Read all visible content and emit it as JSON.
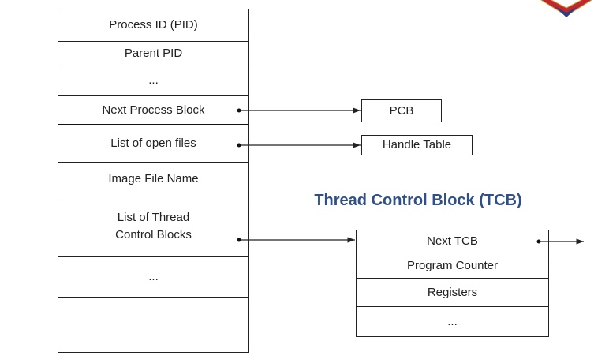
{
  "pcb_fields": [
    "Process ID (PID)",
    "Parent PID",
    "...",
    "Next Process Block",
    "List of open files",
    "Image File Name",
    "List of Thread Control Blocks",
    "...",
    ""
  ],
  "targets": {
    "pcb": "PCB",
    "handle_table": "Handle Table"
  },
  "tcb": {
    "title": "Thread Control Block (TCB)",
    "fields": [
      "Next TCB",
      "Program Counter",
      "Registers",
      "..."
    ]
  },
  "colors": {
    "title": "#2f4f86",
    "logo_red": "#c0282d",
    "logo_blue": "#2a3f8a"
  }
}
